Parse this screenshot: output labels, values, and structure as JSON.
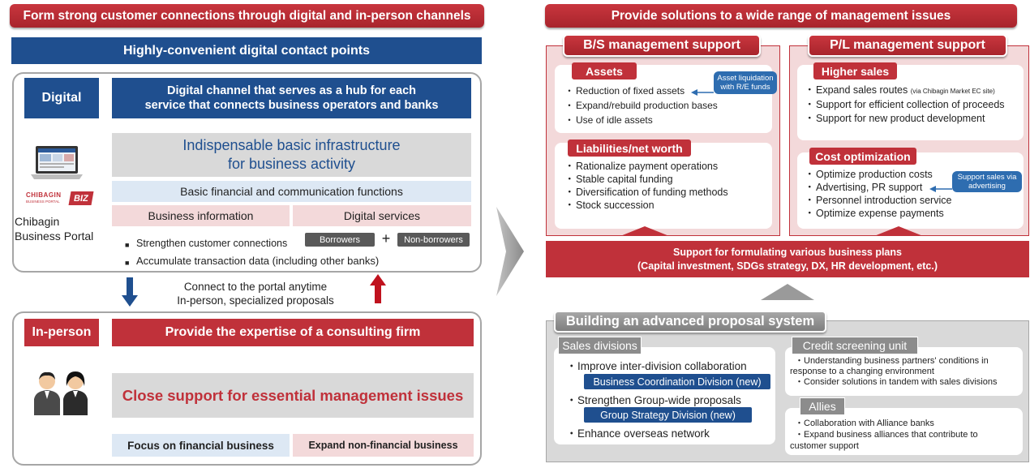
{
  "left": {
    "banner": "Form strong customer connections through digital and in-person channels",
    "digital_header": "Highly-convenient digital contact points",
    "digital_tag": "Digital",
    "digital_hub_line1": "Digital channel that serves as a hub for each",
    "digital_hub_line2": "service that connects business operators and banks",
    "infra_line1": "Indispensable basic infrastructure",
    "infra_line2": "for business activity",
    "basic_functions": "Basic financial and communication functions",
    "business_info": "Business information",
    "digital_services": "Digital services",
    "logo_text": "CHIBAGIN",
    "logo_sub": "BUSINESS PORTAL",
    "logo_biz": "BIZ",
    "portal_name_line1": "Chibagin",
    "portal_name_line2": "Business Portal",
    "bullet_strengthen": "Strengthen customer connections",
    "bullet_accumulate": "Accumulate transaction data (including other banks)",
    "borrowers": "Borrowers",
    "plus": "+",
    "non_borrowers": "Non-borrowers",
    "connect_line1": "Connect to the portal anytime",
    "connect_line2": "In-person, specialized proposals",
    "inperson_tag": "In-person",
    "consulting": "Provide the expertise of a consulting firm",
    "close_support": "Close support for essential management issues",
    "focus_financial": "Focus on financial business",
    "expand_nonfinancial": "Expand non-financial business"
  },
  "right": {
    "banner": "Provide solutions to a wide range of management issues",
    "bs_title": "B/S management support",
    "pl_title": "P/L management support",
    "assets_tag": "Assets",
    "assets_items": [
      "Reduction of fixed assets",
      "Expand/rebuild production bases",
      "Use of idle assets"
    ],
    "assets_callout_line1": "Asset liquidation",
    "assets_callout_line2": "with R/E funds",
    "liab_tag": "Liabilities/net worth",
    "liab_items": [
      "Rationalize payment operations",
      "Stable capital funding",
      "Diversification of funding methods",
      "Stock succession"
    ],
    "sales_tag": "Higher sales",
    "sales_item1_main": "Expand sales routes",
    "sales_item1_note": "(via Chibagin Market EC site)",
    "sales_item2": "Support for efficient collection of proceeds",
    "sales_item3": "Support for new product development",
    "cost_tag": "Cost optimization",
    "cost_items": [
      "Optimize production costs",
      "Advertising, PR support",
      "Personnel introduction service",
      "Optimize expense payments"
    ],
    "cost_callout_line1": "Support sales via",
    "cost_callout_line2": "advertising",
    "plans_line1": "Support for formulating various business plans",
    "plans_line2": "(Capital investment, SDGs strategy, DX, HR development, etc.)",
    "proposal_title": "Building an advanced proposal system",
    "sales_div_tag": "Sales divisions",
    "sales_div_item1": "Improve inter-division collaboration",
    "sales_div_badge1": "Business Coordination Division (new)",
    "sales_div_item2": "Strengthen Group-wide proposals",
    "sales_div_badge2": "Group Strategy Division (new)",
    "sales_div_item3": "Enhance overseas network",
    "credit_tag": "Credit screening unit",
    "credit_item1a": "Understanding business partners' conditions in",
    "credit_item1b": "response to a changing environment",
    "credit_item2": "Consider solutions in tandem with sales divisions",
    "allies_tag": "Allies",
    "allies_item1": "Collaboration with Alliance banks",
    "allies_item2a": "Expand business alliances that contribute to",
    "allies_item2b": "customer support"
  }
}
